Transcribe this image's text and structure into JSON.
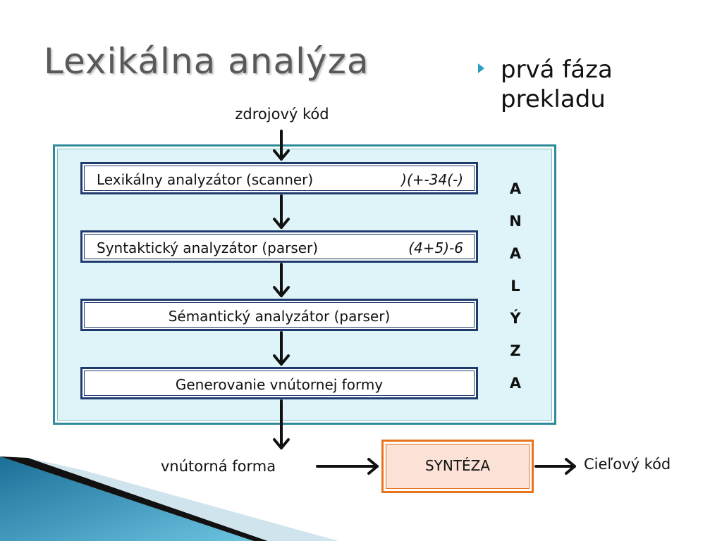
{
  "slide": {
    "title": "Lexikálna analýza",
    "bullet": "prvá fáza prekladu"
  },
  "diagram": {
    "source_label": "zdrojový kód",
    "stages": [
      {
        "name": "Lexikálny analyzátor (scanner)",
        "example": ")(+-34(-)"
      },
      {
        "name": "Syntaktický analyzátor (parser)",
        "example": "(4+5)-6"
      },
      {
        "name": "Sémantický analyzátor (parser)",
        "example": ""
      },
      {
        "name": "Generovanie vnútornej formy",
        "example": ""
      }
    ],
    "vertical_letters": [
      "A",
      "N",
      "A",
      "L",
      "Ý",
      "Z",
      "A"
    ],
    "internal_form_label": "vnútorná forma",
    "synthesis_label": "SYNTÉZA",
    "target_label": "Cieľový kód"
  },
  "colors": {
    "frame_fill": "#dff4f8",
    "frame_border": "#2e8b9a",
    "stage_border": "#1f3a6e",
    "synthesis_fill": "#fbe1d6",
    "synthesis_border": "#e8731f",
    "bullet_accent": "#2a9fbf"
  }
}
